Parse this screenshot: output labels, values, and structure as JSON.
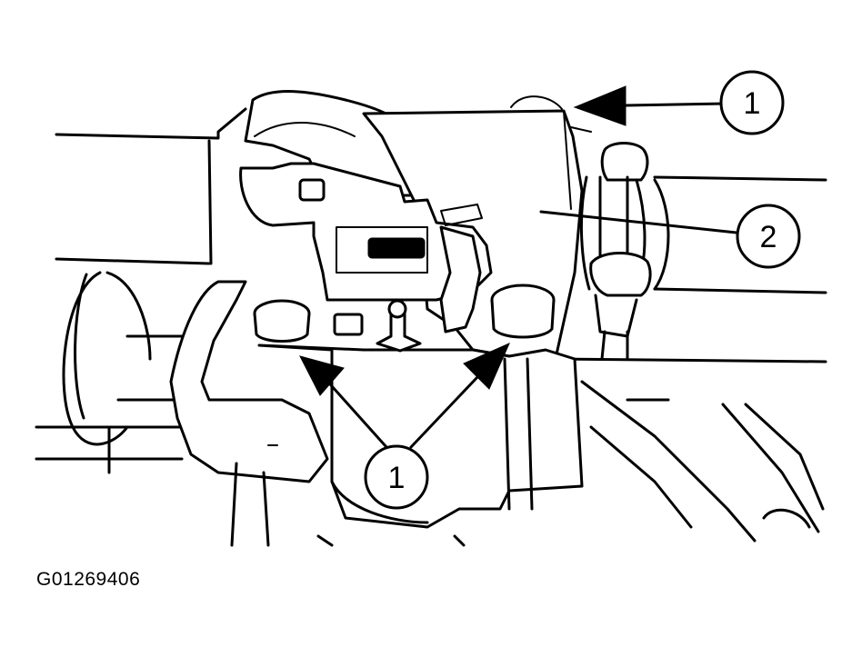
{
  "figure": {
    "id_label": "G01269406"
  },
  "callouts": [
    {
      "label": "1"
    },
    {
      "label": "2"
    },
    {
      "label": "1"
    }
  ]
}
